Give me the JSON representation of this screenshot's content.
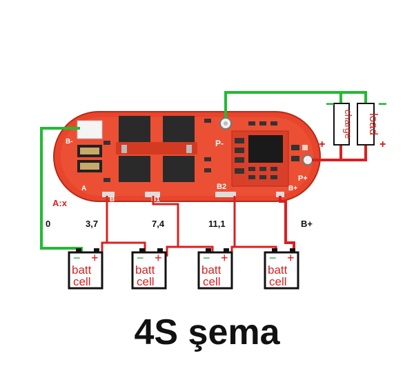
{
  "title": "4S şema",
  "labels": {
    "ax": "A:x",
    "v0": "0",
    "v1": "3,7",
    "v2": "7,4",
    "v3": "11,1",
    "bplus": "B+"
  },
  "board": {
    "b_minus": "B-",
    "p_minus": "P-",
    "p_plus": "P+",
    "b1": "B1",
    "b2": "B2",
    "b_plus": "B+",
    "b_small": "B",
    "a_small": "A"
  },
  "cell": {
    "line1": "batt",
    "line2": "cell",
    "minus": "−",
    "plus": "+"
  },
  "charger": {
    "text": "charge",
    "minus": "−",
    "plus": "+"
  },
  "load": {
    "text": "load",
    "minus": "−",
    "plus": "+"
  },
  "colors": {
    "wire_red": "#d92020",
    "wire_green": "#22bb33",
    "pcb": "#e8452c",
    "cell_outline": "#111111",
    "minus_green": "#22aa33",
    "plus_red": "#dd1111"
  }
}
